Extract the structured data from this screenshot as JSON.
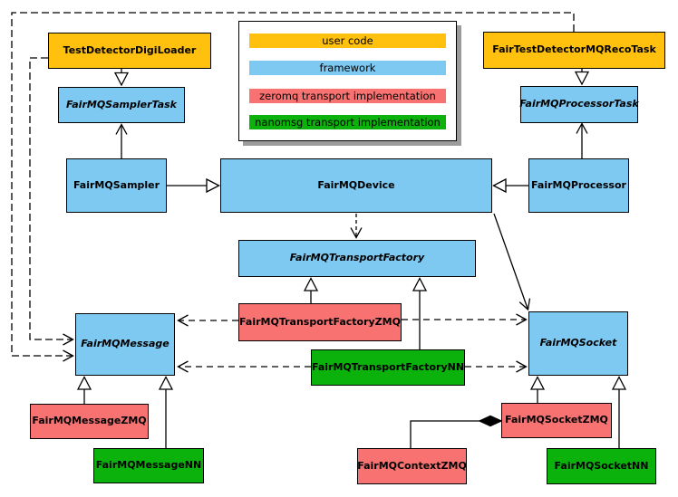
{
  "diagram_type": "uml-class-diagram",
  "palette": {
    "user_code": "#ffc10d",
    "framework": "#7dc9f2",
    "zeromq": "#f87272",
    "nanomsg": "#0bb20b",
    "line": "#000000",
    "background": "#ffffff",
    "legend_shadow": "#9b9b9b"
  },
  "legend": {
    "items": [
      {
        "label": "user code",
        "category": "user_code"
      },
      {
        "label": "framework",
        "category": "framework"
      },
      {
        "label": "zeromq transport implementation",
        "category": "zeromq"
      },
      {
        "label": "nanomsg transport implementation",
        "category": "nanomsg"
      }
    ]
  },
  "nodes": [
    {
      "label": "TestDetectorDigiLoader",
      "category": "user_code",
      "abstract": false
    },
    {
      "label": "FairTestDetectorMQRecoTask",
      "category": "user_code",
      "abstract": false
    },
    {
      "label": "FairMQSamplerTask",
      "category": "framework",
      "abstract": true
    },
    {
      "label": "FairMQProcessorTask",
      "category": "framework",
      "abstract": true
    },
    {
      "label": "FairMQSampler",
      "category": "framework",
      "abstract": false
    },
    {
      "label": "FairMQDevice",
      "category": "framework",
      "abstract": false
    },
    {
      "label": "FairMQProcessor",
      "category": "framework",
      "abstract": false
    },
    {
      "label": "FairMQTransportFactory",
      "category": "framework",
      "abstract": true
    },
    {
      "label": "FairMQTransportFactoryZMQ",
      "category": "zeromq",
      "abstract": false
    },
    {
      "label": "FairMQTransportFactoryNN",
      "category": "nanomsg",
      "abstract": false
    },
    {
      "label": "FairMQMessage",
      "category": "framework",
      "abstract": true
    },
    {
      "label": "FairMQSocket",
      "category": "framework",
      "abstract": true
    },
    {
      "label": "FairMQMessageZMQ",
      "category": "zeromq",
      "abstract": false
    },
    {
      "label": "FairMQMessageNN",
      "category": "nanomsg",
      "abstract": false
    },
    {
      "label": "FairMQSocketZMQ",
      "category": "zeromq",
      "abstract": false
    },
    {
      "label": "FairMQSocketNN",
      "category": "nanomsg",
      "abstract": false
    },
    {
      "label": "FairMQContextZMQ",
      "category": "zeromq",
      "abstract": false
    }
  ],
  "relationships": [
    {
      "from": "TestDetectorDigiLoader",
      "to": "FairMQSamplerTask",
      "type": "inheritance"
    },
    {
      "from": "FairTestDetectorMQRecoTask",
      "to": "FairMQProcessorTask",
      "type": "inheritance"
    },
    {
      "from": "FairMQSampler",
      "to": "FairMQSamplerTask",
      "type": "association"
    },
    {
      "from": "FairMQProcessor",
      "to": "FairMQProcessorTask",
      "type": "association"
    },
    {
      "from": "FairMQSampler",
      "to": "FairMQDevice",
      "type": "inheritance"
    },
    {
      "from": "FairMQProcessor",
      "to": "FairMQDevice",
      "type": "inheritance"
    },
    {
      "from": "FairMQDevice",
      "to": "FairMQTransportFactory",
      "type": "dependency"
    },
    {
      "from": "FairMQDevice",
      "to": "FairMQSocket",
      "type": "association"
    },
    {
      "from": "FairMQTransportFactoryZMQ",
      "to": "FairMQTransportFactory",
      "type": "inheritance"
    },
    {
      "from": "FairMQTransportFactoryNN",
      "to": "FairMQTransportFactory",
      "type": "inheritance"
    },
    {
      "from": "FairMQTransportFactoryZMQ",
      "to": "FairMQMessage",
      "type": "dependency"
    },
    {
      "from": "FairMQTransportFactoryZMQ",
      "to": "FairMQSocket",
      "type": "dependency"
    },
    {
      "from": "FairMQTransportFactoryNN",
      "to": "FairMQMessage",
      "type": "dependency"
    },
    {
      "from": "FairMQTransportFactoryNN",
      "to": "FairMQSocket",
      "type": "dependency"
    },
    {
      "from": "TestDetectorDigiLoader",
      "to": "FairMQMessage",
      "type": "dependency"
    },
    {
      "from": "FairTestDetectorMQRecoTask",
      "to": "FairMQMessage",
      "type": "dependency"
    },
    {
      "from": "FairMQMessageZMQ",
      "to": "FairMQMessage",
      "type": "inheritance"
    },
    {
      "from": "FairMQMessageNN",
      "to": "FairMQMessage",
      "type": "inheritance"
    },
    {
      "from": "FairMQSocketZMQ",
      "to": "FairMQSocket",
      "type": "inheritance"
    },
    {
      "from": "FairMQSocketNN",
      "to": "FairMQSocket",
      "type": "inheritance"
    },
    {
      "from": "FairMQSocketZMQ",
      "to": "FairMQContextZMQ",
      "type": "composition"
    }
  ]
}
